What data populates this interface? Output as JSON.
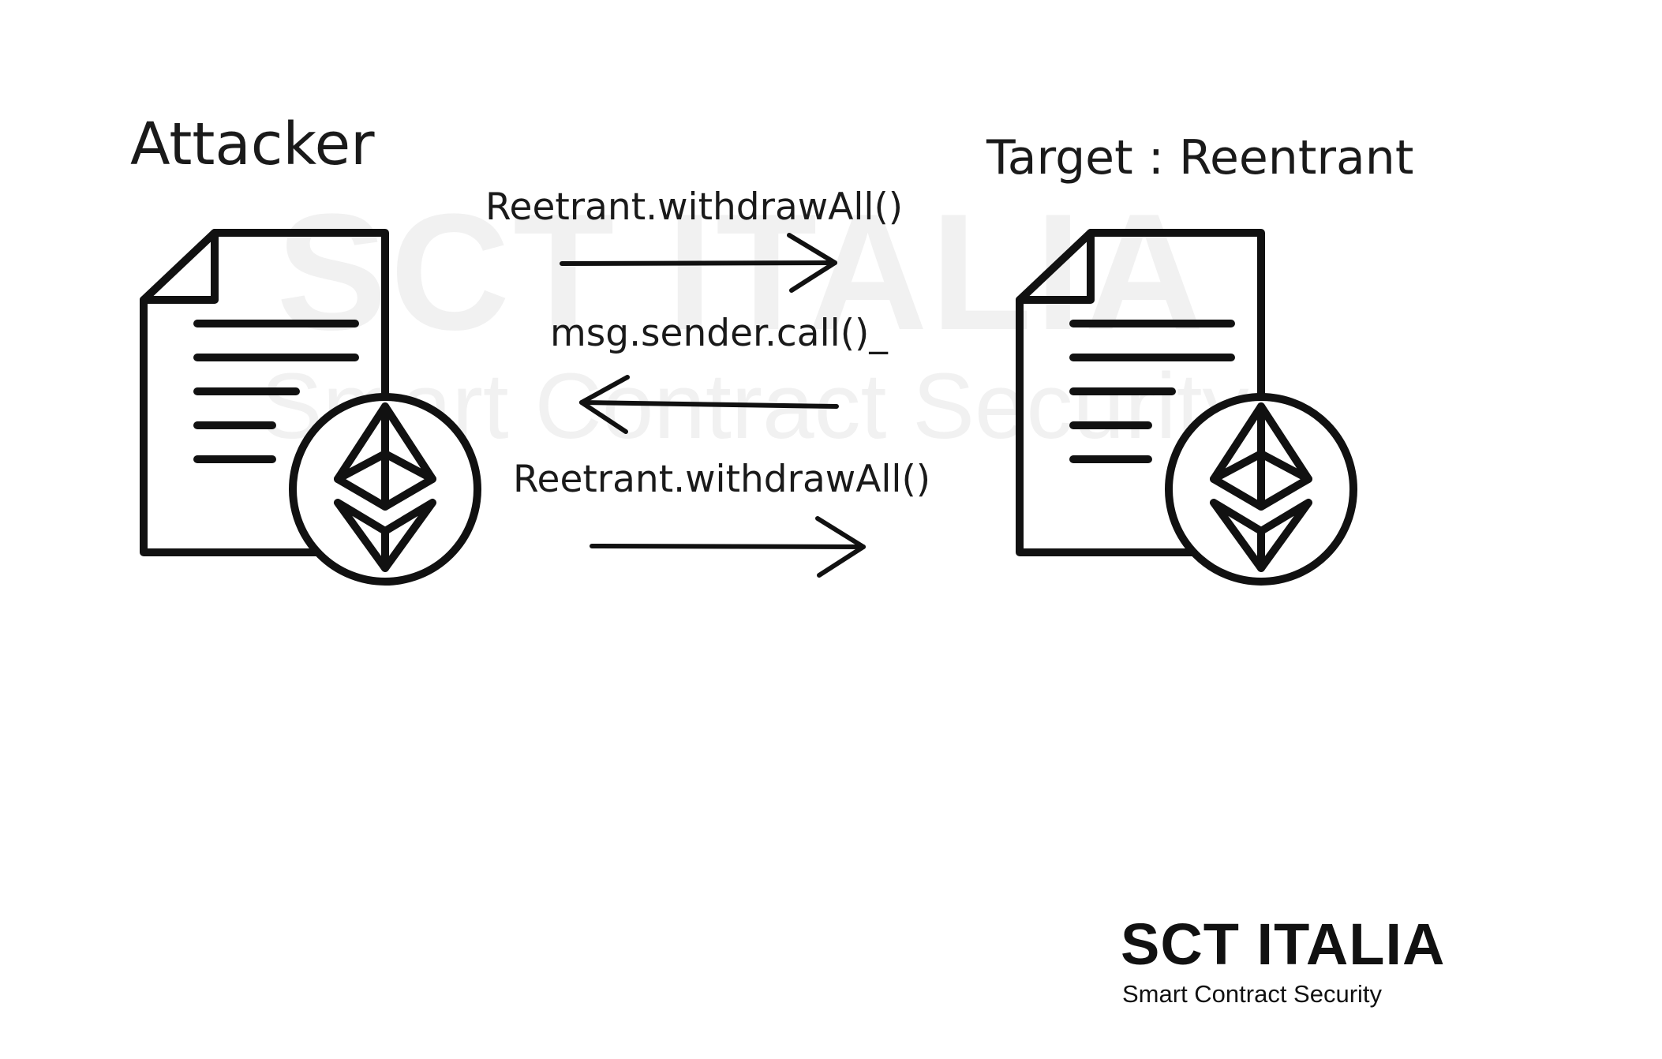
{
  "watermark": {
    "title": "SCT ITALIA",
    "subtitle": "Smart Contract Security"
  },
  "attacker": {
    "title": "Attacker",
    "icon": "ethereum-contract-document-icon"
  },
  "target": {
    "title": "Target : Reentrant",
    "icon": "ethereum-contract-document-icon"
  },
  "calls": [
    {
      "label": "Reetrant.withdrawAll()",
      "direction": "attacker-to-target"
    },
    {
      "label": "msg.sender.call()_",
      "direction": "target-to-attacker"
    },
    {
      "label": "Reetrant.withdrawAll()",
      "direction": "attacker-to-target"
    }
  ],
  "logo": {
    "brand": "SCT ITALIA",
    "tagline": "Smart Contract Security"
  },
  "colors": {
    "stroke": "#111111",
    "background": "#ffffff",
    "watermark": "#f1f1f1"
  }
}
